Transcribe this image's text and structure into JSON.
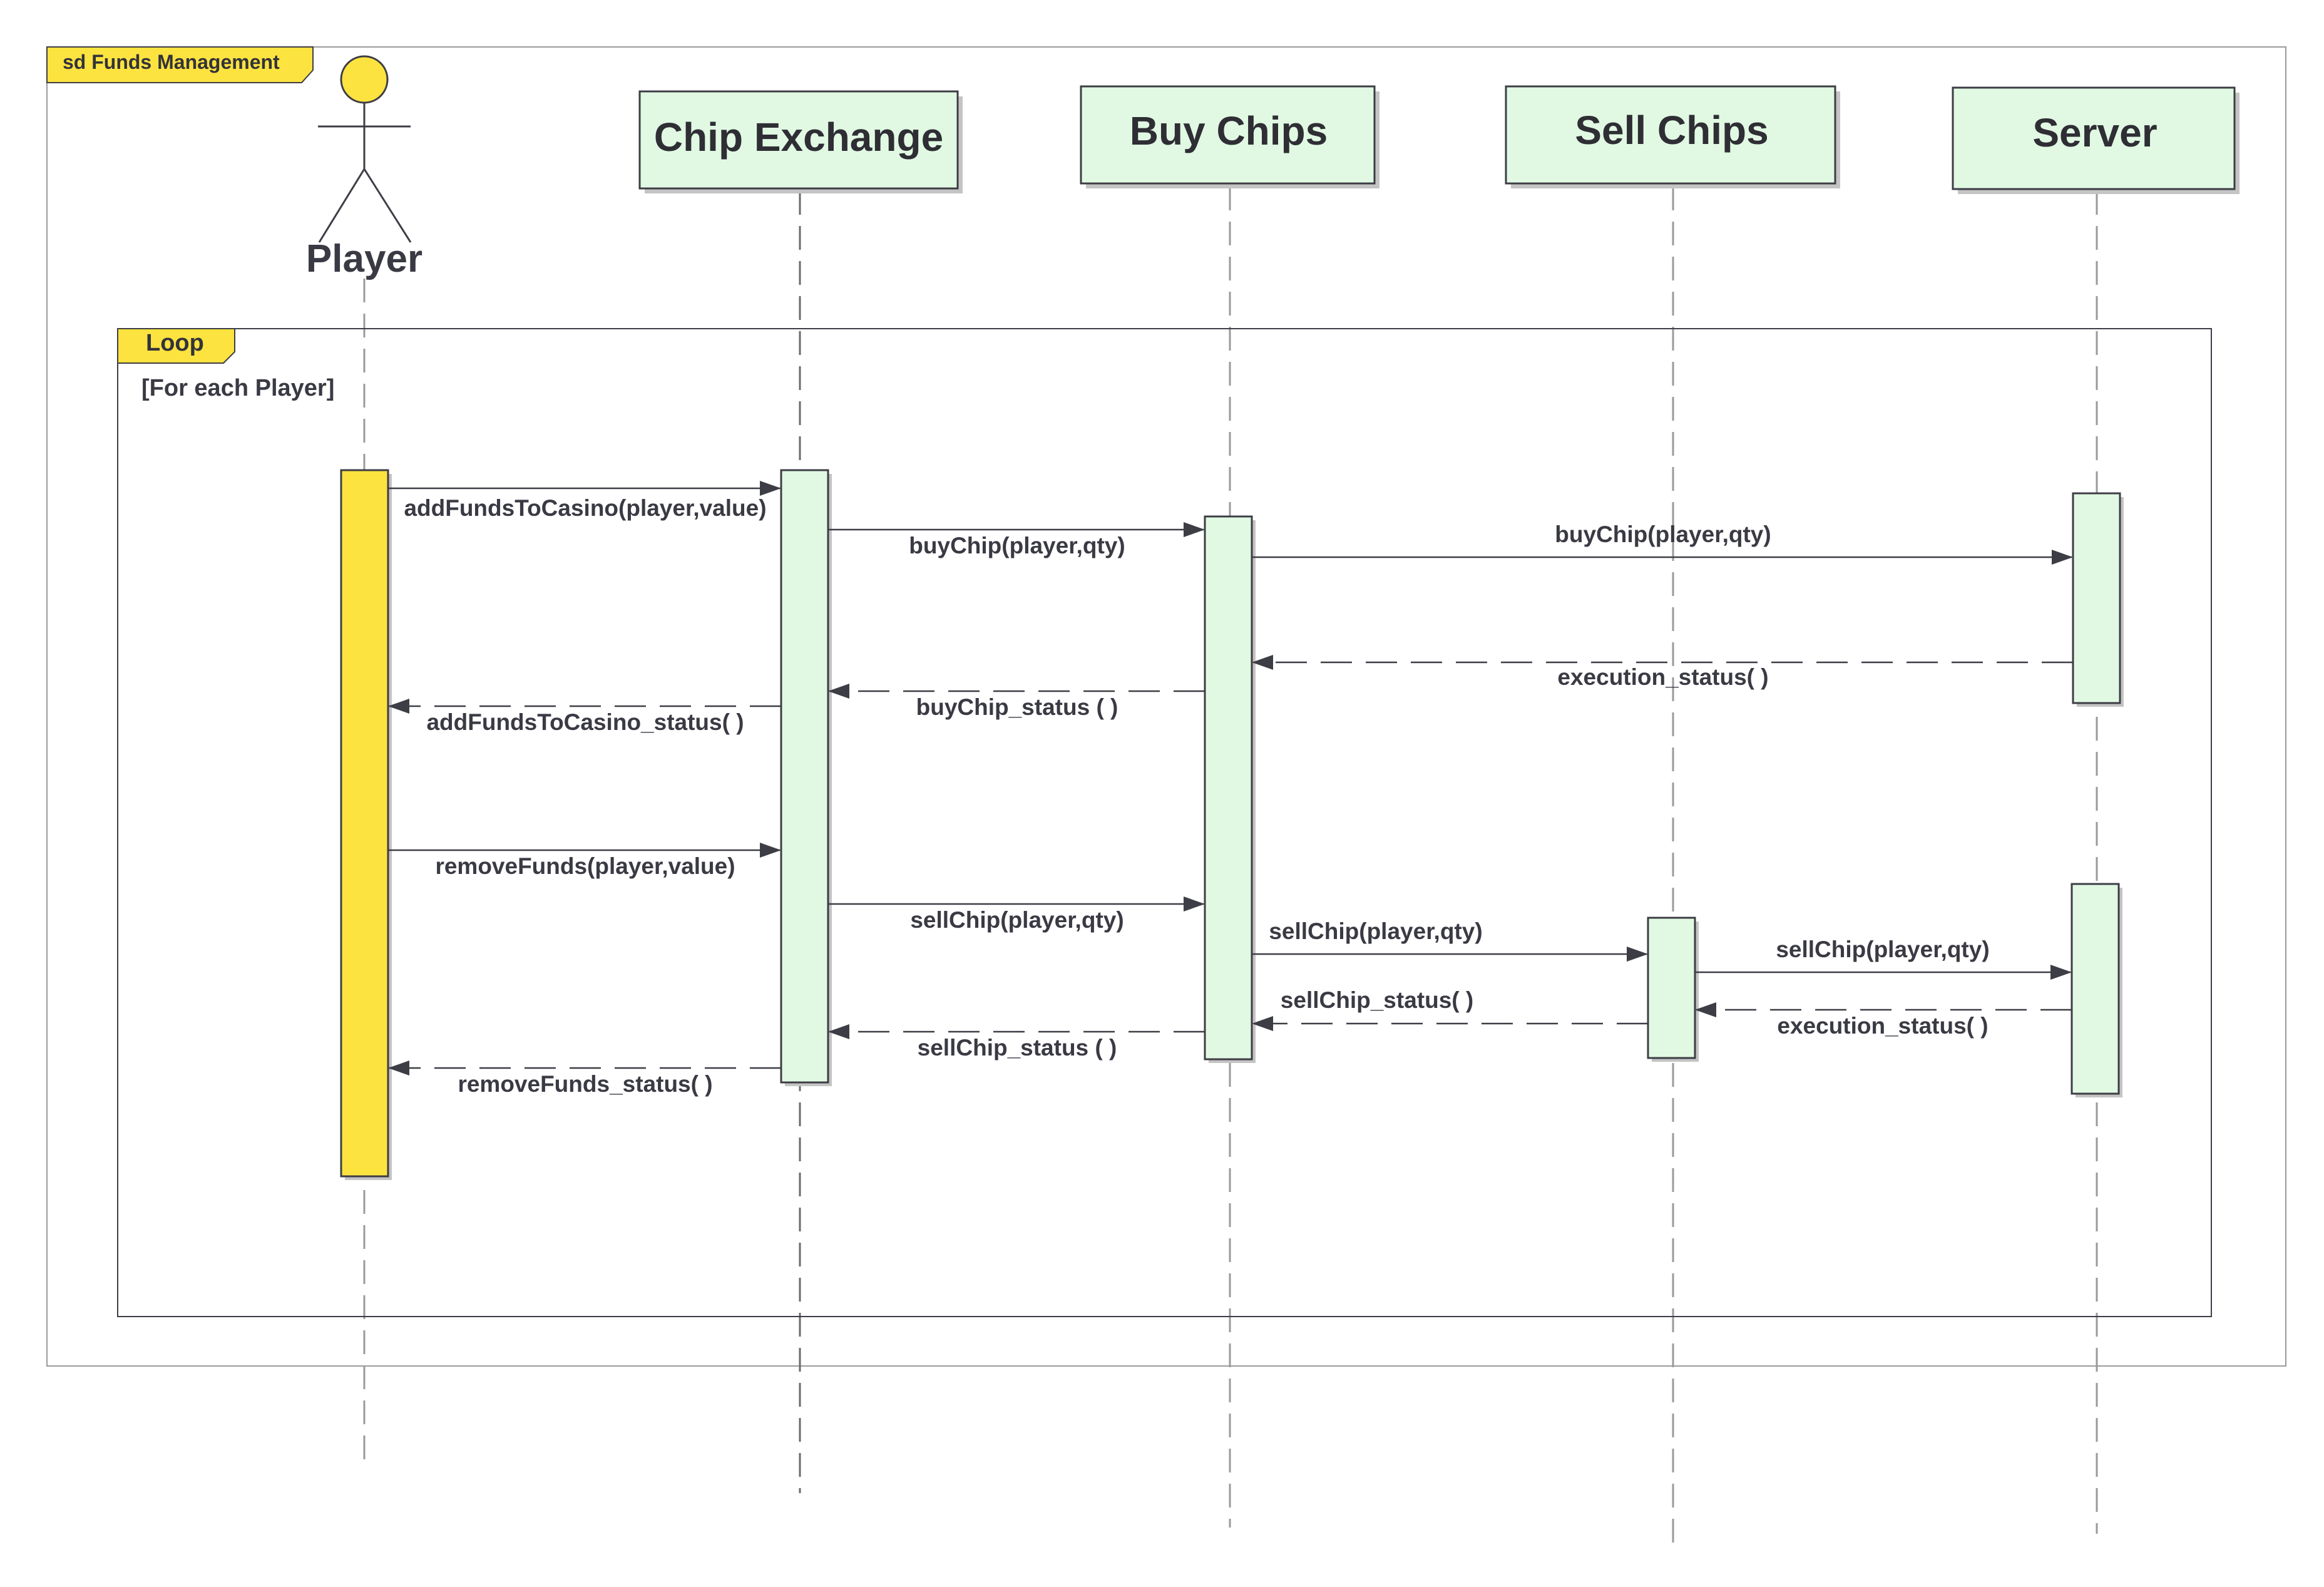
{
  "frame": {
    "label": "sd Funds Management"
  },
  "loop": {
    "label": "Loop",
    "guard": "[For each Player]"
  },
  "colors": {
    "yellow": "#fde33f",
    "green": "#e1f9e3",
    "stroke": "#3d3d45",
    "lifeline": "#9a9a9a",
    "shadow": "#c4c4c4"
  },
  "participants": [
    {
      "id": "player",
      "name": "Player",
      "kind": "actor"
    },
    {
      "id": "chip_exchange",
      "name": "Chip Exchange",
      "kind": "box"
    },
    {
      "id": "buy_chips",
      "name": "Buy Chips",
      "kind": "box"
    },
    {
      "id": "sell_chips",
      "name": "Sell Chips",
      "kind": "box"
    },
    {
      "id": "server",
      "name": "Server",
      "kind": "box"
    }
  ],
  "messages": [
    {
      "label": "addFundsToCasino(player,value)",
      "from": "player",
      "to": "chip_exchange",
      "kind": "call"
    },
    {
      "label": "buyChip(player,qty)",
      "from": "chip_exchange",
      "to": "buy_chips",
      "kind": "call"
    },
    {
      "label": "buyChip(player,qty)",
      "from": "buy_chips",
      "to": "server",
      "kind": "call"
    },
    {
      "label": "execution_status( )",
      "from": "server",
      "to": "buy_chips",
      "kind": "return"
    },
    {
      "label": "buyChip_status ( )",
      "from": "buy_chips",
      "to": "chip_exchange",
      "kind": "return"
    },
    {
      "label": "addFundsToCasino_status( )",
      "from": "chip_exchange",
      "to": "player",
      "kind": "return"
    },
    {
      "label": "removeFunds(player,value)",
      "from": "player",
      "to": "chip_exchange",
      "kind": "call"
    },
    {
      "label": "sellChip(player,qty)",
      "from": "chip_exchange",
      "to": "buy_chips",
      "kind": "call"
    },
    {
      "label": "sellChip(player,qty)",
      "from": "buy_chips",
      "to": "sell_chips",
      "kind": "call"
    },
    {
      "label": "sellChip(player,qty)",
      "from": "sell_chips",
      "to": "server",
      "kind": "call"
    },
    {
      "label": "execution_status( )",
      "from": "server",
      "to": "sell_chips",
      "kind": "return"
    },
    {
      "label": "sellChip_status( )",
      "from": "sell_chips",
      "to": "buy_chips",
      "kind": "return"
    },
    {
      "label": "sellChip_status ( )",
      "from": "buy_chips",
      "to": "chip_exchange",
      "kind": "return"
    },
    {
      "label": "removeFunds_status( )",
      "from": "chip_exchange",
      "to": "player",
      "kind": "return"
    }
  ]
}
